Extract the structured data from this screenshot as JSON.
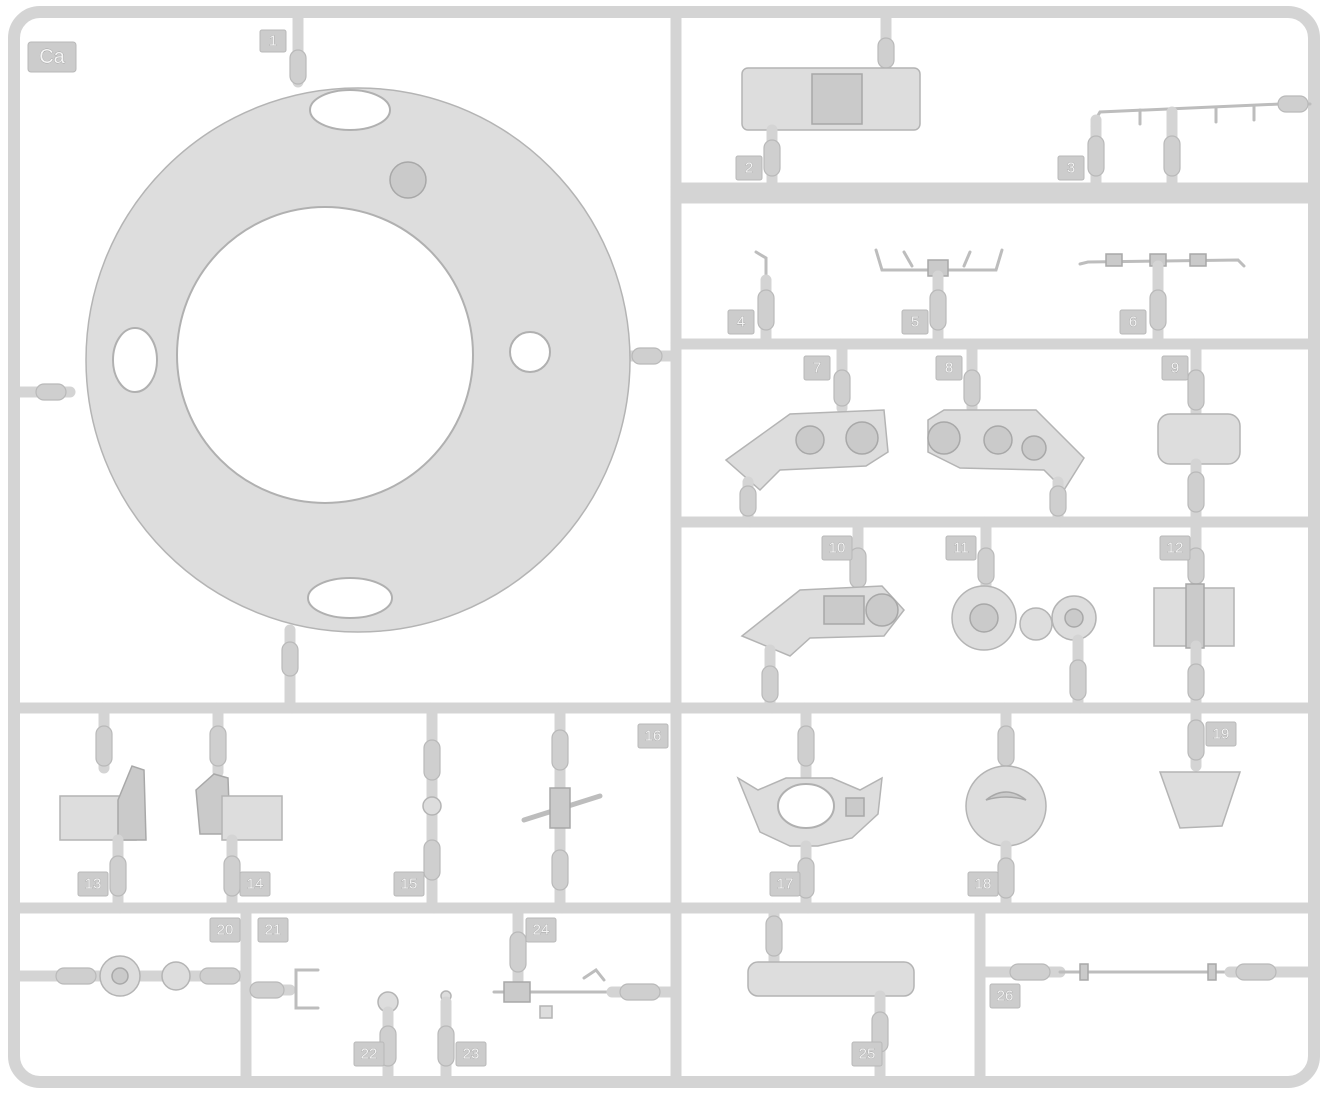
{
  "sprue_code": "Ca",
  "part_numbers": {
    "p1": "1",
    "p2": "2",
    "p3": "3",
    "p4": "4",
    "p5": "5",
    "p6": "6",
    "p7": "7",
    "p8": "8",
    "p9": "9",
    "p10": "10",
    "p11": "11",
    "p12": "12",
    "p13": "13",
    "p14": "14",
    "p15": "15",
    "p16": "16",
    "p17": "17",
    "p18": "18",
    "p19": "19",
    "p20": "20",
    "p21": "21",
    "p22": "22",
    "p23": "23",
    "p24": "24",
    "p25": "25",
    "p26": "26"
  }
}
